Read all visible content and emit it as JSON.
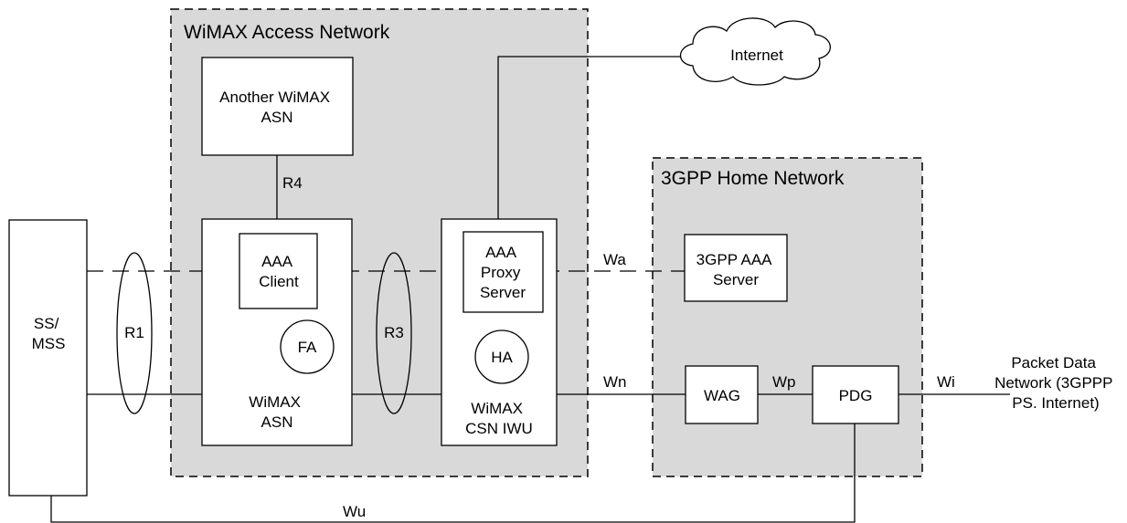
{
  "regions": {
    "wimax_access_network": "WiMAX Access Network",
    "home_network": "3GPP Home Network"
  },
  "nodes": {
    "another_asn": [
      "Another WiMAX",
      "ASN"
    ],
    "ss_mss": [
      "SS/",
      "MSS"
    ],
    "asn": [
      "WiMAX",
      "ASN"
    ],
    "aaa_client": [
      "AAA",
      "Client"
    ],
    "fa": "FA",
    "csn_iwu": [
      "WiMAX",
      "CSN IWU"
    ],
    "aaa_proxy": [
      "AAA",
      "Proxy",
      "Server"
    ],
    "ha": "HA",
    "aaa_server": [
      "3GPP AAA",
      "Server"
    ],
    "wag": "WAG",
    "pdg": "PDG",
    "internet": "Internet",
    "packet_data_network": [
      "Packet Data",
      "Network (3GPPP",
      "PS. Internet)"
    ]
  },
  "interfaces": {
    "r1": "R1",
    "r3": "R3",
    "r4": "R4",
    "wa": "Wa",
    "wn": "Wn",
    "wp": "Wp",
    "wi": "Wi",
    "wu": "Wu"
  },
  "colors": {
    "region_fill": "#d9d9d9",
    "stroke": "#000000",
    "box_fill": "#ffffff"
  }
}
